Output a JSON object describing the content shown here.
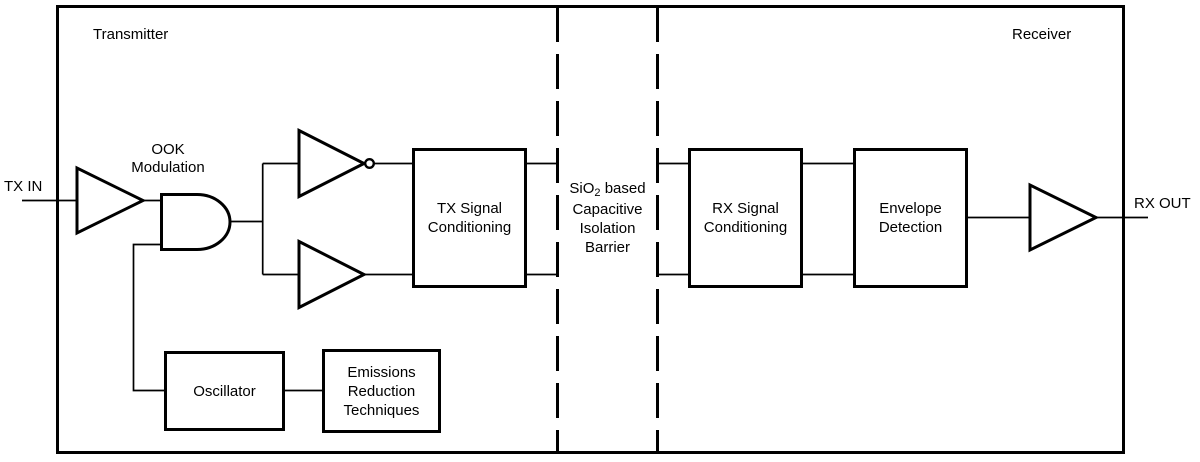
{
  "canvas": {
    "background": "#ffffff",
    "ink": "#000000"
  },
  "sections": {
    "transmitter": "Transmitter",
    "receiver": "Receiver"
  },
  "ports": {
    "input": "TX IN",
    "output": "RX OUT"
  },
  "annotations": {
    "ook_modulation": {
      "lines": [
        "OOK",
        "Modulation"
      ]
    },
    "isolation_barrier": {
      "formula_base": "SiO",
      "formula_sub": "2",
      "formula_rest": " based",
      "lines": [
        "Capacitive",
        "Isolation",
        "Barrier"
      ]
    }
  },
  "blocks": {
    "tx_signal_conditioning": {
      "lines": [
        "TX Signal",
        "Conditioning"
      ]
    },
    "rx_signal_conditioning": {
      "lines": [
        "RX Signal",
        "Conditioning"
      ]
    },
    "envelope_detection": {
      "lines": [
        "Envelope",
        "Detection"
      ]
    },
    "oscillator": {
      "lines": [
        "Oscillator"
      ]
    },
    "emissions_reduction": {
      "lines": [
        "Emissions",
        "Reduction",
        "Techniques"
      ]
    }
  },
  "symbols": {
    "input_buffer": "buffer-amplifier-icon",
    "ook_gate": "and-gate-icon",
    "top_inverter": "inverter-gate-icon",
    "bottom_buffer": "buffer-amplifier-icon",
    "output_buffer": "buffer-amplifier-icon",
    "barrier": "dashed-isolation-barrier"
  }
}
